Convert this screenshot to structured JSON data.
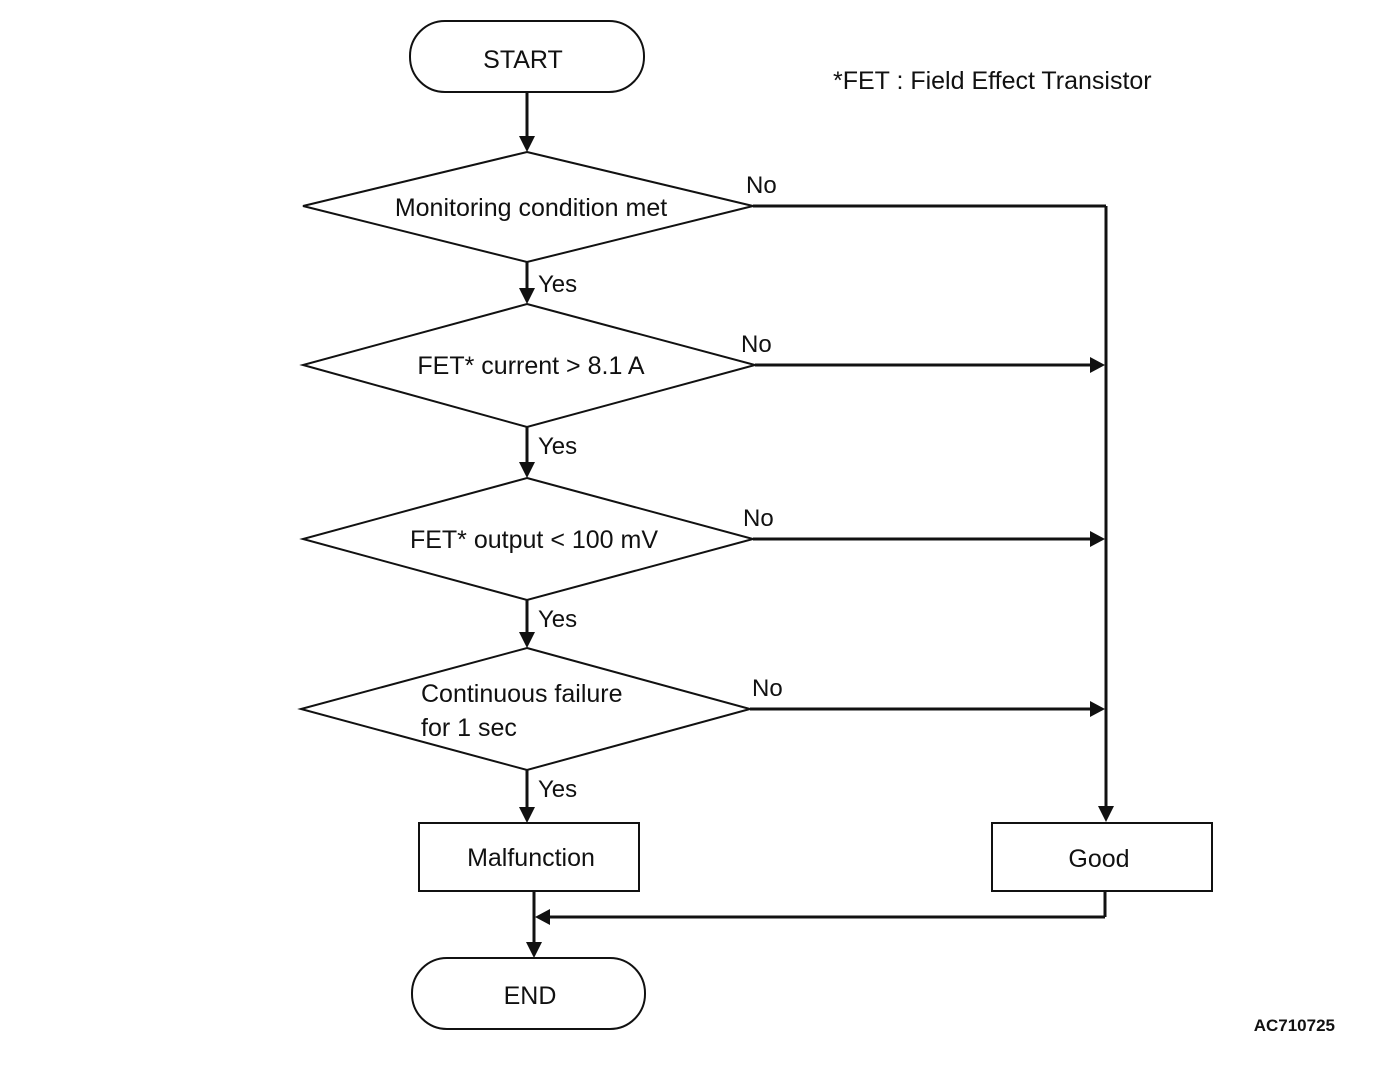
{
  "note": "*FET : Field Effect Transistor",
  "figure_code": "AC710725",
  "nodes": {
    "start": "START",
    "decision_monitoring": "Monitoring condition met",
    "decision_current": "FET* current > 8.1 A",
    "decision_output": "FET* output < 100 mV",
    "decision_continuous": {
      "line1": "Continuous failure",
      "line2": "for 1 sec"
    },
    "malfunction": "Malfunction",
    "good": "Good",
    "end": "END"
  },
  "labels": {
    "yes": "Yes",
    "no": "No"
  }
}
